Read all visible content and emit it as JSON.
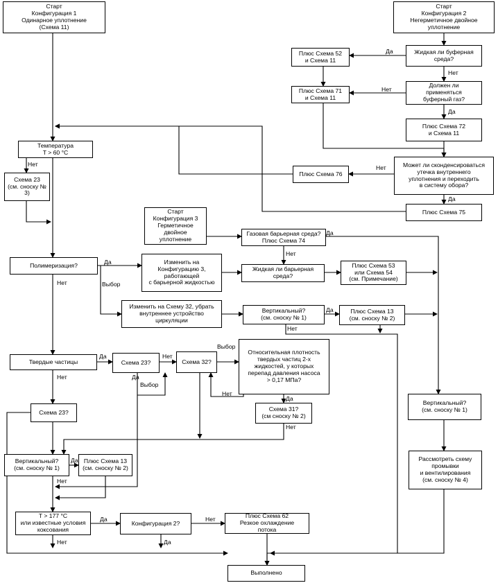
{
  "boxes": {
    "start1": "Старт\nКонфигурация 1\nОдинарное уплотнение\n(Схема 11)",
    "start2": "Старт\nКонфигурация 2\nНегерметичное двойное\nуплотнение",
    "plus52": "Плюс Схема 52\nи Схема 11",
    "q_liquid_buffer": "Жидкая ли буферная\nсреда?",
    "plus71": "Плюс Схема 71\nи Схема 11",
    "q_buffer_gas": "Должен ли\nприменяться\nбуферный газ?",
    "plus72": "Плюс Схема 72\nи Схема 11",
    "temp60": "Температура\nT > 60 °C",
    "q_condense": "Может ли сконденсироваться\nутечка внутреннего\nуплотнения и переходить\nв систему обора?",
    "plus76": "Плюс Схема 76",
    "scheme23": "Схема 23\n(см. сноску № 3)",
    "plus75": "Плюс Схема 75",
    "start3": "Старт\nКонфигурация 3\nГерметичное двойное\nуплотнение",
    "q_gas_barrier": "Газовая барьерная среда?\nПлюс Схема 74",
    "polymerization": "Полимеризация?",
    "change_config3": "Изменить на\nКонфигурацию 3,\nработающей\nс барьерной жидкостью",
    "q_liquid_barrier": "Жидкая ли барьерная\nсреда?",
    "plus53": "Плюс Схема 53\nили Схема 54\n(см. Примечание)",
    "change32": "Изменить на Схему 32, убрать\nвнутреннее устройство\nциркуляции",
    "q_vertical1": "Вертикальный?\n(см. сноску № 1)",
    "plus13_top": "Плюс Схема 13\n(см. сноску № 2)",
    "solids": "Твердые частицы",
    "q_scheme23": "Схема 23?",
    "q_scheme32": "Схема 32?",
    "q_density": "Относительная плотность\nтвердых частиц 2-х\nжидкостей, у которых\nперепад давления насоса\n> 0,17 МПа?",
    "q_scheme31": "Схема 31?\n(см сноску № 2)",
    "q_vertical_right": "Вертикальный?\n(см. сноску № 1)",
    "q_scheme23b": "Схема 23?",
    "q_vertical2": "Вертикальный?\n(см. сноску № 1)",
    "plus13_bottom": "Плюс Схема 13\n(см. сноску № 2)",
    "flush_vent": "Рассмотреть схему\nпромывки\nи вентилирования\n(см. сноску № 4)",
    "t177": "T > 177 °C\nили известные условия\nкоксования",
    "q_config2": "Конфигурация 2?",
    "plus62": "Плюс Схема 62\nРезкое охлаждение\nпотока",
    "done": "Выполнено"
  },
  "labels": {
    "yes": "Да",
    "no": "Нет",
    "choice": "Выбор"
  }
}
